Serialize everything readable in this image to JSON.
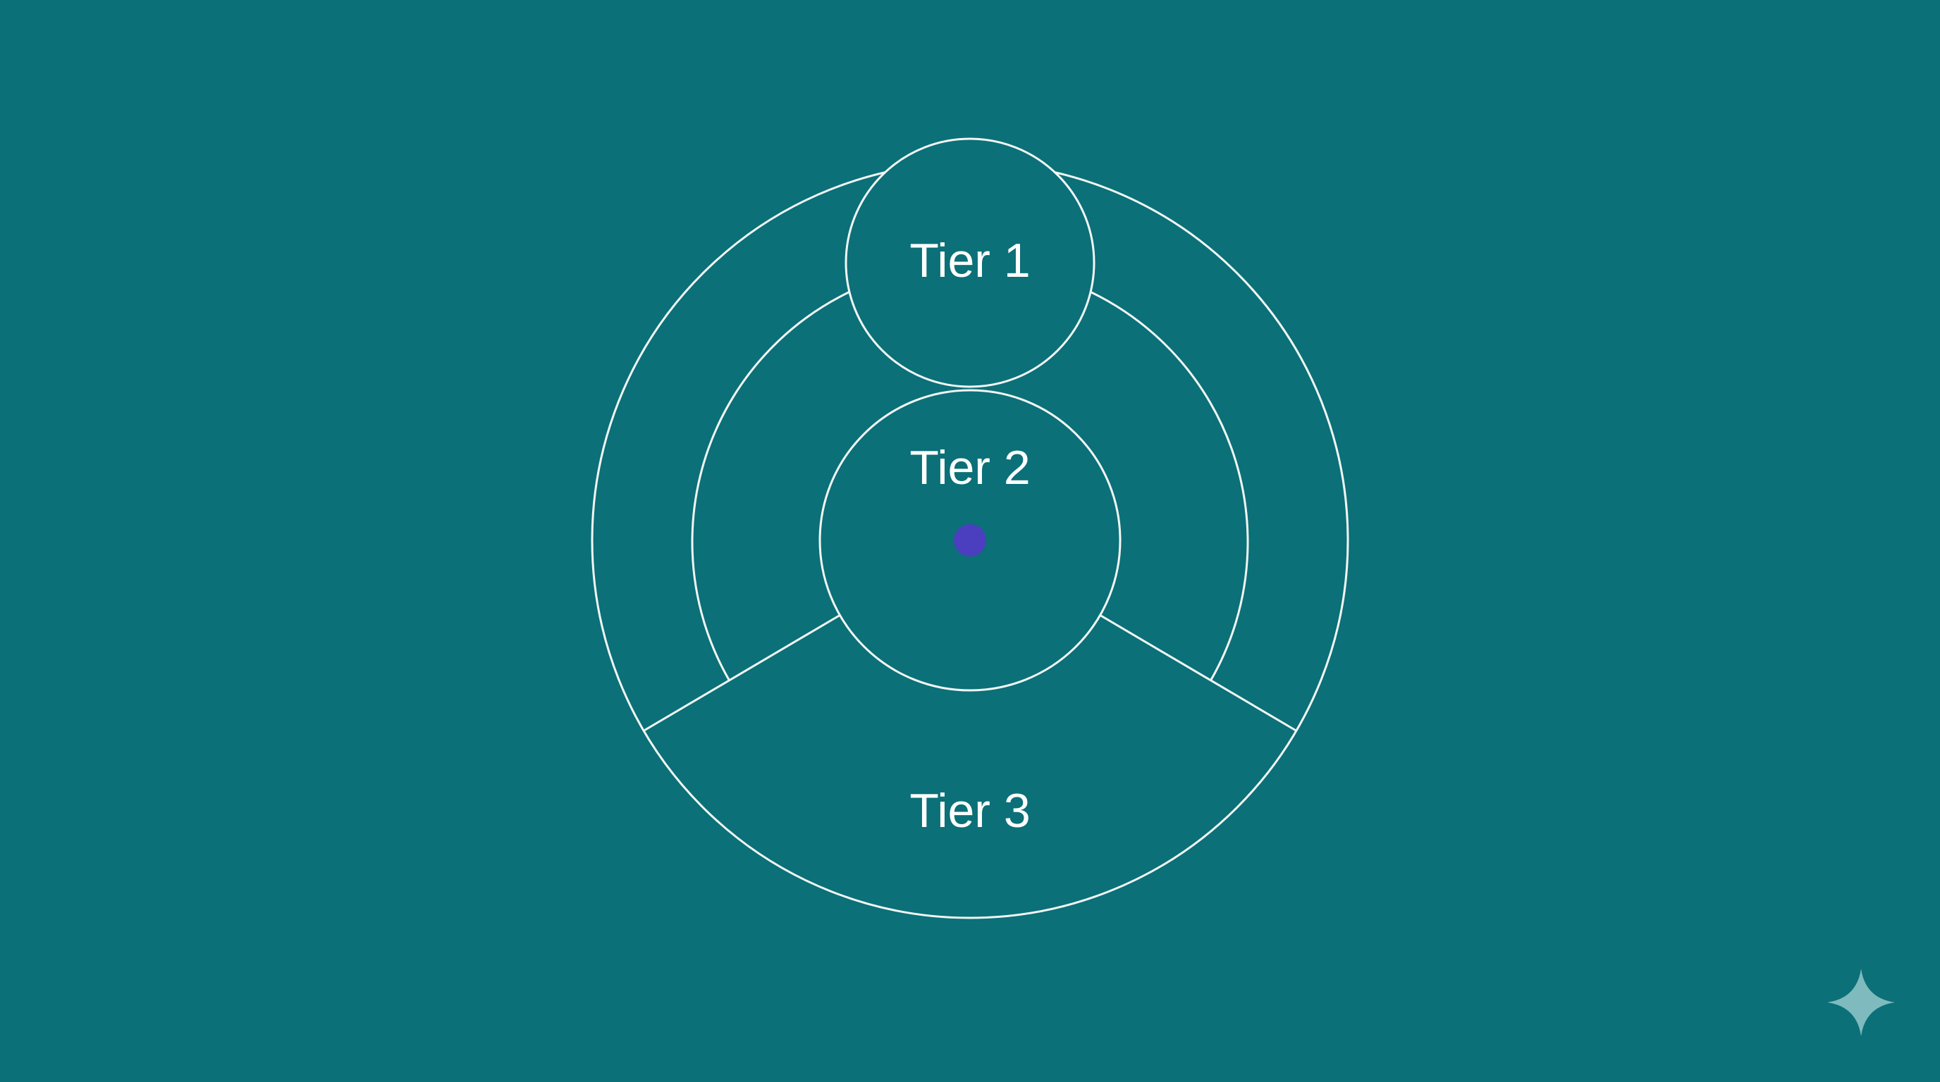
{
  "diagram": {
    "tiers": [
      {
        "label": "Tier 1"
      },
      {
        "label": "Tier 2"
      },
      {
        "label": "Tier 3"
      }
    ]
  },
  "colors": {
    "background": "#0b7078",
    "line": "#f2f7f5",
    "center_dot": "#4b3fc0",
    "watermark": "#8cc2c6"
  },
  "icons": {
    "center": "center-dot",
    "corner": "sparkle-icon"
  }
}
